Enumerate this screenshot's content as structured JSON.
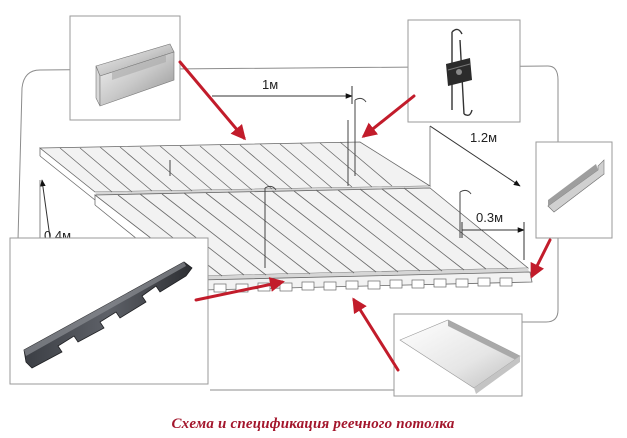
{
  "dimensions": {
    "hanger_spacing": "1м",
    "rail_spacing": "1.2м",
    "edge_offset_side": "0.4м",
    "edge_offset_end": "0.3м"
  },
  "caption": "Схема и спецификация реечного потолка",
  "colors": {
    "pointer_arrow": "#c21c2b",
    "caption_text": "#a3162c",
    "line_art": "#555555"
  },
  "parts": [
    {
      "name": "wall-angle-profile",
      "icon": "u-channel-icon"
    },
    {
      "name": "spring-hanger",
      "icon": "hanger-clip-icon"
    },
    {
      "name": "corner-angle-profile",
      "icon": "l-angle-icon"
    },
    {
      "name": "stringer-rail",
      "icon": "comb-rail-icon"
    },
    {
      "name": "ceiling-slat",
      "icon": "slat-panel-icon"
    }
  ]
}
